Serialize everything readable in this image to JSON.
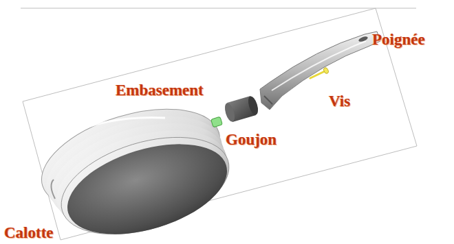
{
  "diagram": {
    "labels": [
      "Poignée",
      "Embasement",
      "Vis",
      "Goujon",
      "Calotte"
    ]
  }
}
